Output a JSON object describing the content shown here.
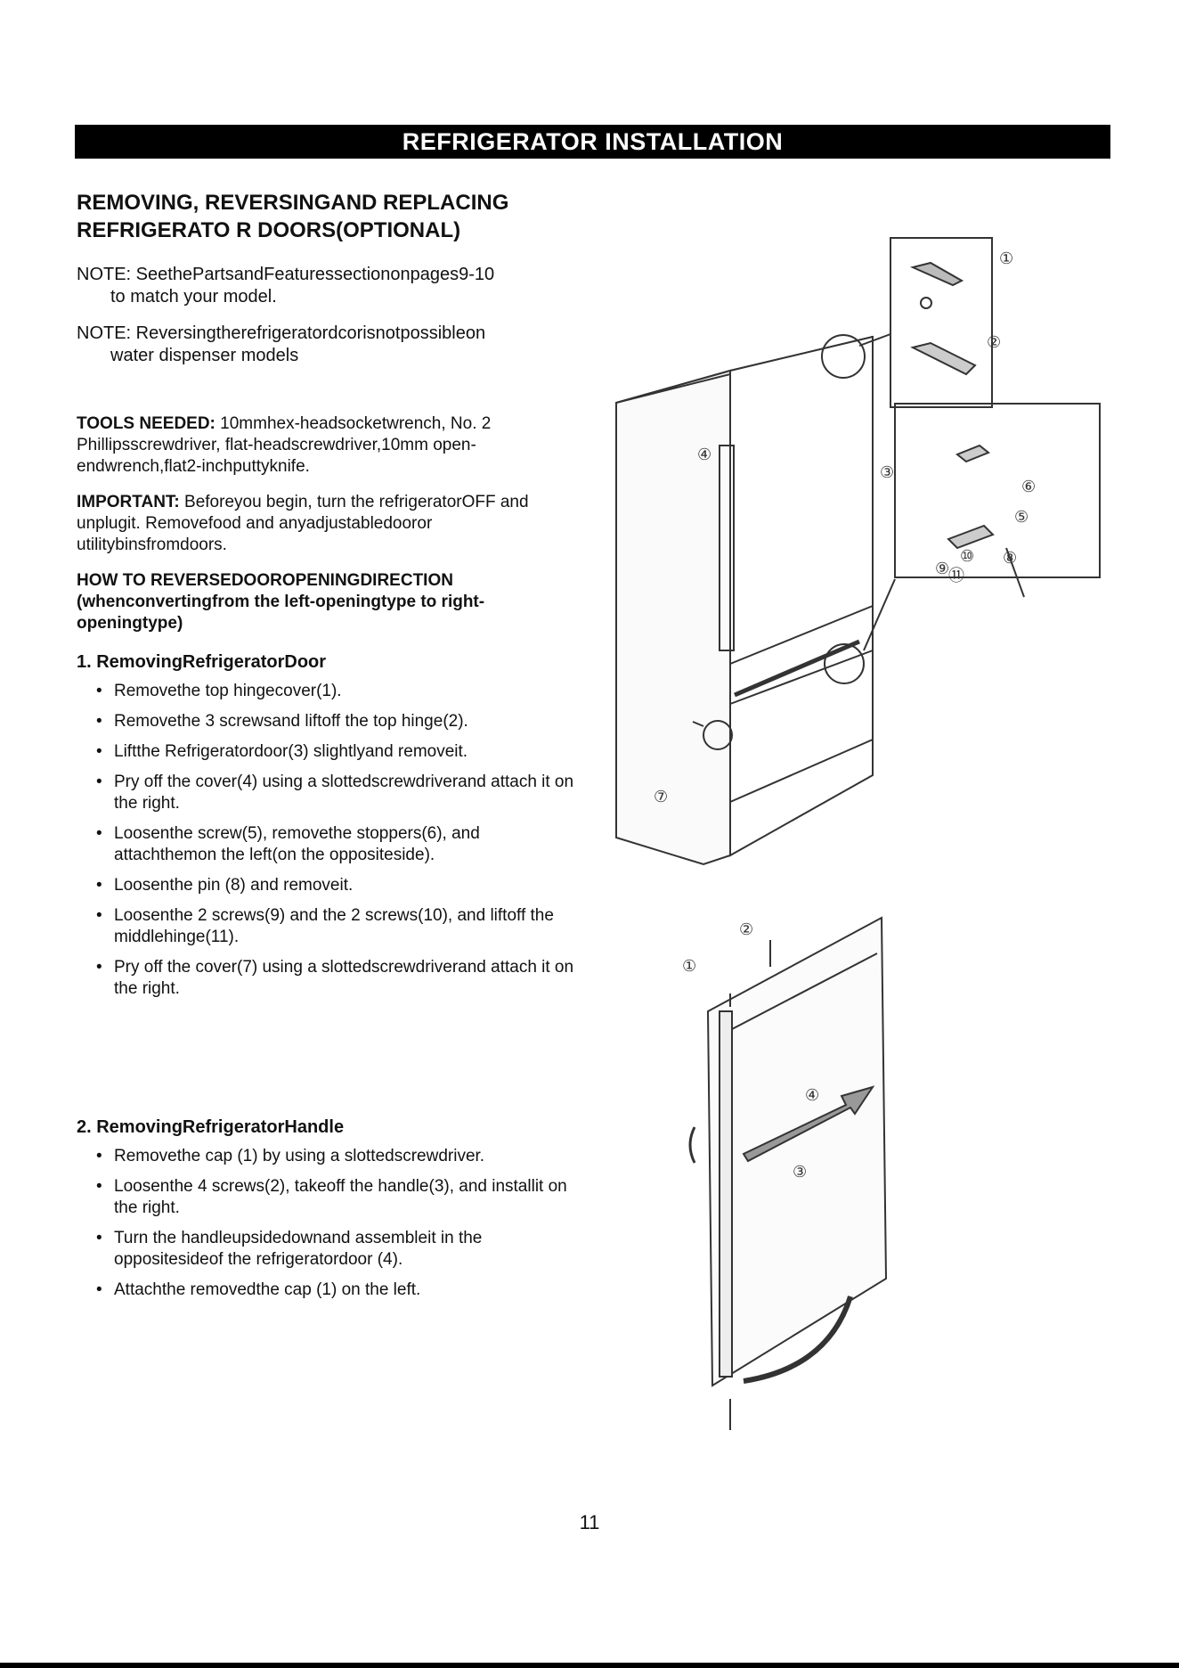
{
  "header": {
    "banner": "REFRIGERATOR INSTALLATION"
  },
  "main": {
    "title_line1": "REMOVING, REVERSINGAND REPLACING",
    "title_line2": "REFRIGERATO R DOORS(OPTIONAL)",
    "note1_line1": "NOTE: SeethePartsandFeaturessectiononpages9-10",
    "note1_line2": "to match your model.",
    "note2_line1": "NOTE: Reversingtherefrigeratordcorisnotpossibleon",
    "note2_line2": "water dispenser models",
    "tools_label": "TOOLS NEEDED:",
    "tools_text": " 10mmhex-headsocketwrench, No. 2 Phillipsscrewdriver, flat-headscrewdriver,10mm open-endwrench,flat2-inchputtyknife.",
    "important_label": "IMPORTANT:",
    "important_text": " Beforeyou begin, turn the refrigeratorOFF and unplugit. Removefood and anyadjustabledooror utilitybinsfromdoors.",
    "reverse_heading": "HOW TO REVERSEDOOROPENINGDIRECTION (whenconvertingfrom the left-openingtype to right-openingtype)",
    "section1_title": "1. RemovingRefrigeratorDoor",
    "section1_steps": [
      "Removethe top hingecover(1).",
      "Removethe 3 screwsand liftoff the top hinge(2).",
      "Liftthe Refrigeratordoor(3) slightlyand removeit.",
      "Pry off the cover(4) using a slottedscrewdriverand attach it on the right.",
      "Loosenthe screw(5), removethe stoppers(6), and attachthemon the left(on the oppositeside).",
      "Loosenthe pin (8) and removeit.",
      "Loosenthe 2 screws(9) and the 2 screws(10), and liftoff the middlehinge(11).",
      "Pry off the cover(7) using a slottedscrewdriverand attach it on the right."
    ],
    "section2_title": "2. RemovingRefrigeratorHandle",
    "section2_steps": [
      "Removethe cap (1) by using a slottedscrewdriver.",
      "Loosenthe 4 screws(2), takeoff the handle(3), and installit on the right.",
      "Turn the handleupsidedownand assembleit in the oppositesideof the refrigeratordoor (4).",
      "Attachthe removedthe cap (1) on the left."
    ]
  },
  "figure_top": {
    "callouts": [
      "①",
      "②",
      "③",
      "④",
      "⑤",
      "⑥",
      "⑦",
      "⑧",
      "⑨",
      "⑩",
      "⑪"
    ]
  },
  "figure_bottom": {
    "callouts": [
      "①",
      "②",
      "③",
      "④"
    ]
  },
  "footer": {
    "page_number": "11"
  }
}
